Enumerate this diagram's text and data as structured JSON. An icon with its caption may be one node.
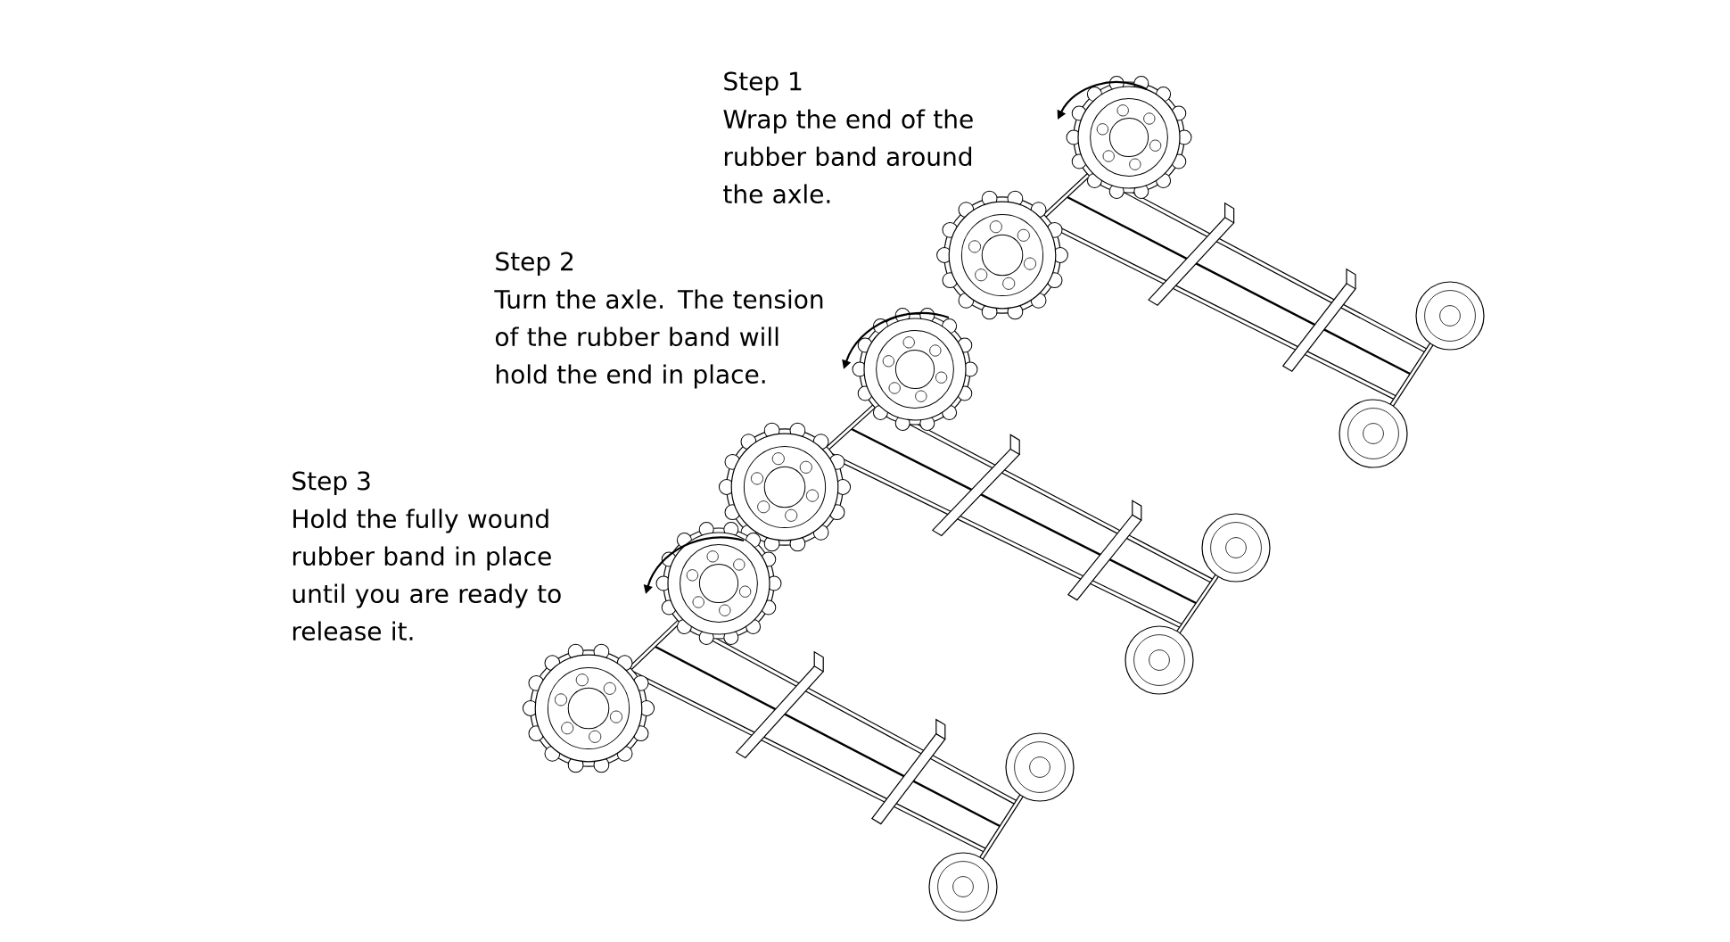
{
  "diagram": {
    "labels": [
      "Step 1",
      "Wrap the end of the rubber band around the axle.",
      "Step 2",
      "Turn the axle. The tension of the rubber band will hold the end in place.",
      "Step 3",
      "Hold the fully wound rubber band in place until you are ready to release it."
    ]
  }
}
